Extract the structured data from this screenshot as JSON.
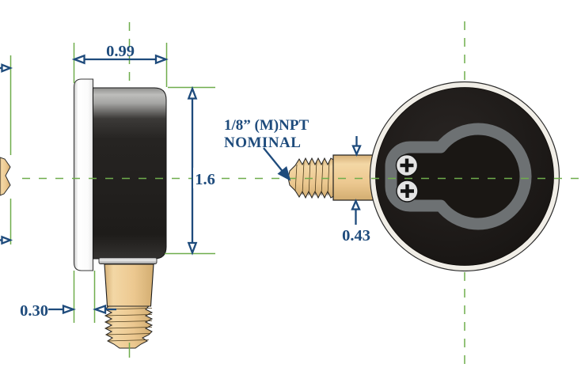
{
  "drawing": {
    "type": "engineering-dimension-drawing",
    "subject": "pressure gauge, side view and back view"
  },
  "views": {
    "side": {
      "case_depth": "0.99",
      "dial_diameter": "1.6",
      "bezel_offset": "0.30"
    },
    "back": {
      "fitting_height": "0.43",
      "thread_note_line1": "1/8” (M)NPT",
      "thread_note_line2": "NOMINAL"
    }
  },
  "colors": {
    "dimension_blue": "#1E4B7C",
    "centerline_green": "#6FAD4C",
    "brass": "#ECC890",
    "case_black": "#24211F",
    "bezel_white": "#F1EEE7",
    "bracket_gray": "#6D7173",
    "screw_gray": "#E3E3E3"
  }
}
